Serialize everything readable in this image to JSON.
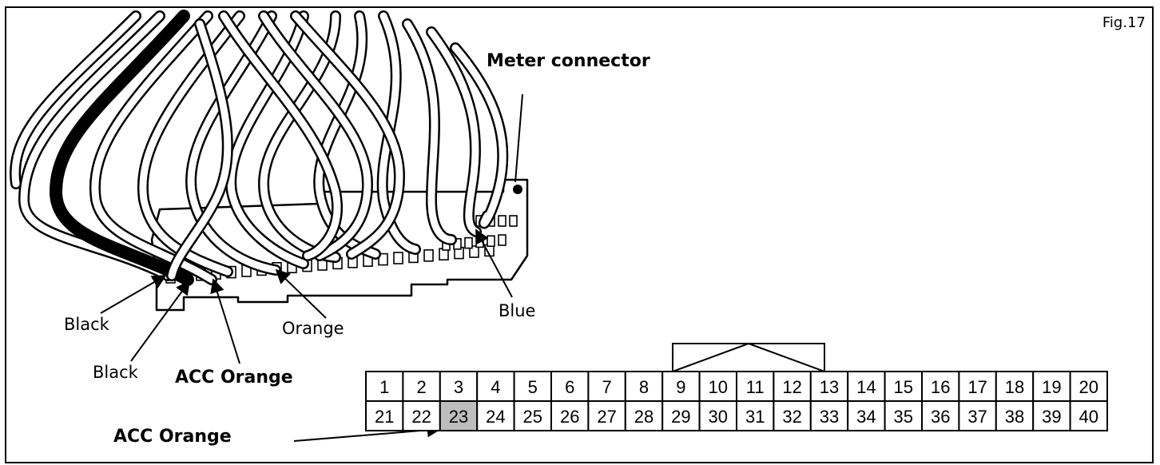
{
  "figure_label": "Fig.17",
  "labels": {
    "meter_connector": "Meter connector",
    "black_1": "Black",
    "black_2": "Black",
    "acc_orange_wire": "ACC Orange",
    "orange": "Orange",
    "blue": "Blue",
    "acc_orange_pin": "ACC Orange"
  },
  "pinout": {
    "row1": [
      "1",
      "2",
      "3",
      "4",
      "5",
      "6",
      "7",
      "8",
      "9",
      "10",
      "11",
      "12",
      "13",
      "14",
      "15",
      "16",
      "17",
      "18",
      "19",
      "20"
    ],
    "row2": [
      "21",
      "22",
      "23",
      "24",
      "25",
      "26",
      "27",
      "28",
      "29",
      "30",
      "31",
      "32",
      "33",
      "34",
      "35",
      "36",
      "37",
      "38",
      "39",
      "40"
    ],
    "highlighted_pin": "23",
    "highlight_color": "#bdbdbd"
  }
}
